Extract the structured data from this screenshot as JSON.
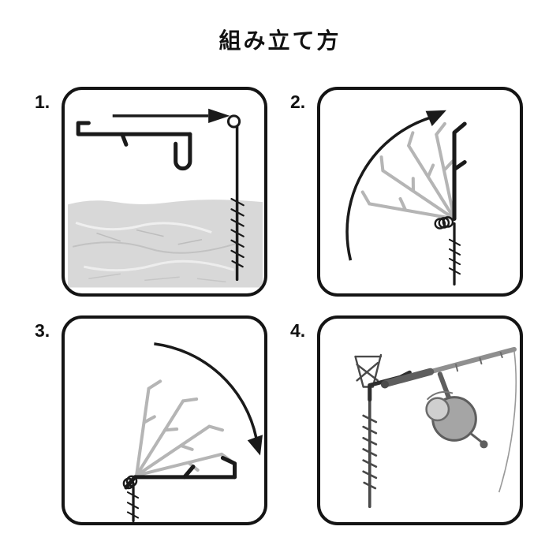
{
  "title": "組み立て方",
  "steps": [
    {
      "number": "1.",
      "illustration": "arm-and-screw-stake-separated-diagram"
    },
    {
      "number": "2.",
      "illustration": "arm-rotate-up-diagram"
    },
    {
      "number": "3.",
      "illustration": "arm-rotate-down-diagram"
    },
    {
      "number": "4.",
      "illustration": "assembled-rod-holder-with-reel-diagram"
    }
  ],
  "palette": {
    "ink": "#1a1a1a",
    "ghost": "#b5b5b5",
    "metal_dark": "#5e5e5e",
    "metal_mid": "#8f8f8f",
    "metal_light": "#c9c9c9",
    "ground": "#d8d8d8"
  }
}
